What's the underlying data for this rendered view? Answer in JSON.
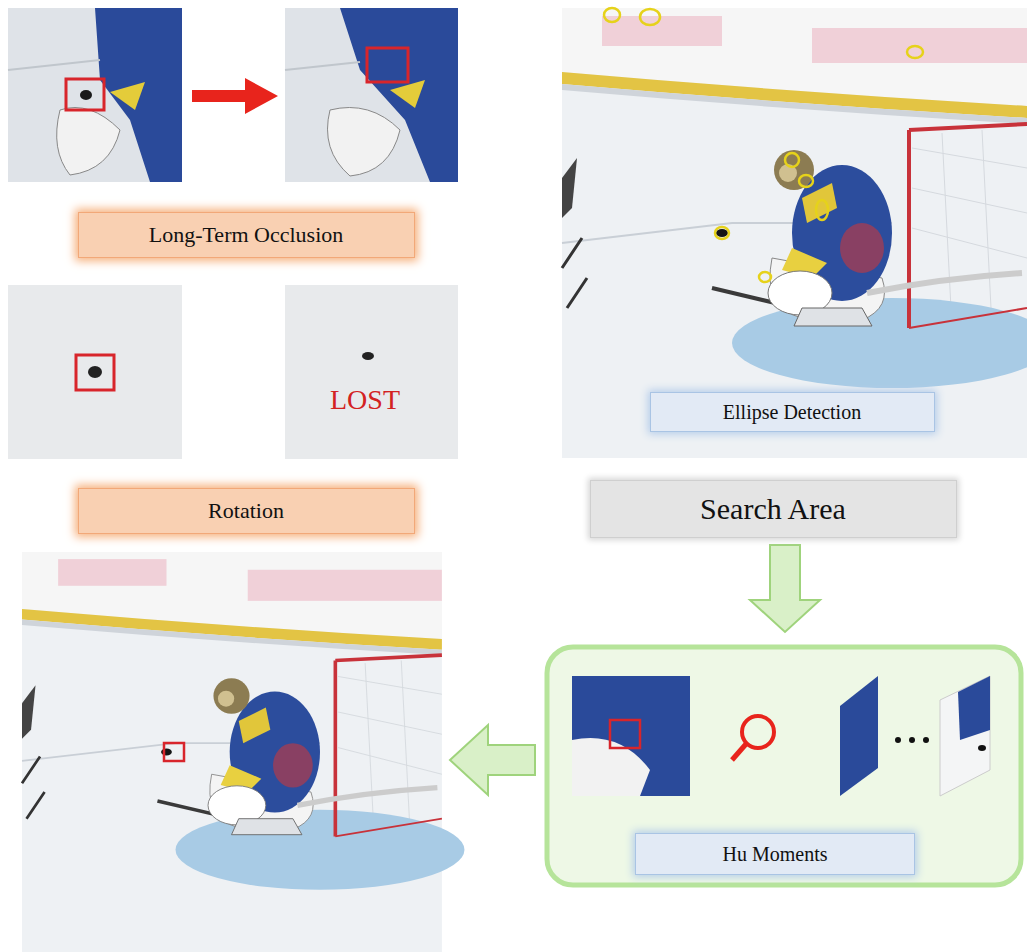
{
  "diagram": {
    "nodes": [
      {
        "text": [
          "Long-Term Occlusion"
        ]
      },
      {
        "text": [
          "Rotation"
        ]
      },
      {
        "text": [
          "Ellipse Detection"
        ]
      },
      {
        "text": [
          "Search Area"
        ]
      },
      {
        "text": [
          "Hu Moments"
        ]
      }
    ],
    "labels": [
      "LOST"
    ]
  }
}
